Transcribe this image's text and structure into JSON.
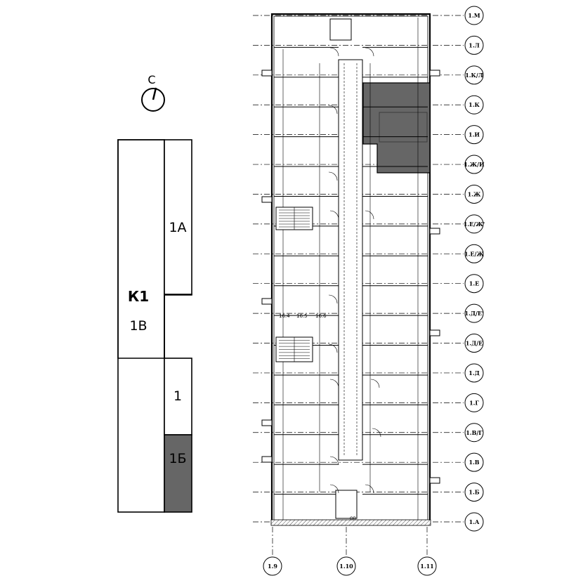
{
  "compass": {
    "label": "С"
  },
  "keyplan": {
    "building": "К1",
    "sections": [
      {
        "id": "1А",
        "label": "1А",
        "highlighted": false
      },
      {
        "id": "1В",
        "label": "1В",
        "highlighted": false
      },
      {
        "id": "1",
        "label": "1",
        "highlighted": false
      },
      {
        "id": "1Б",
        "label": "1Б",
        "highlighted": true
      }
    ],
    "highlight_color": "#666666"
  },
  "grid_rows": [
    "1.М",
    "1.Л",
    "1.К/Л",
    "1.К",
    "1.И",
    "1.Ж/И",
    "1.Ж",
    "1.Е/Ж'",
    "1.Е/Ж",
    "1.Е",
    "1.Д/Е'",
    "1.Д/Е",
    "1.Д",
    "1.Г",
    "1.В/Г",
    "1.В",
    "1.Б",
    "1.А"
  ],
  "grid_cols": [
    "1.9",
    "1.10",
    "1.11"
  ],
  "room_labels": [
    "16.4",
    "16.5",
    "16.6",
    "ОВ"
  ],
  "colors": {
    "line": "#000000",
    "apartment_fill": "#666666",
    "background": "#ffffff"
  }
}
